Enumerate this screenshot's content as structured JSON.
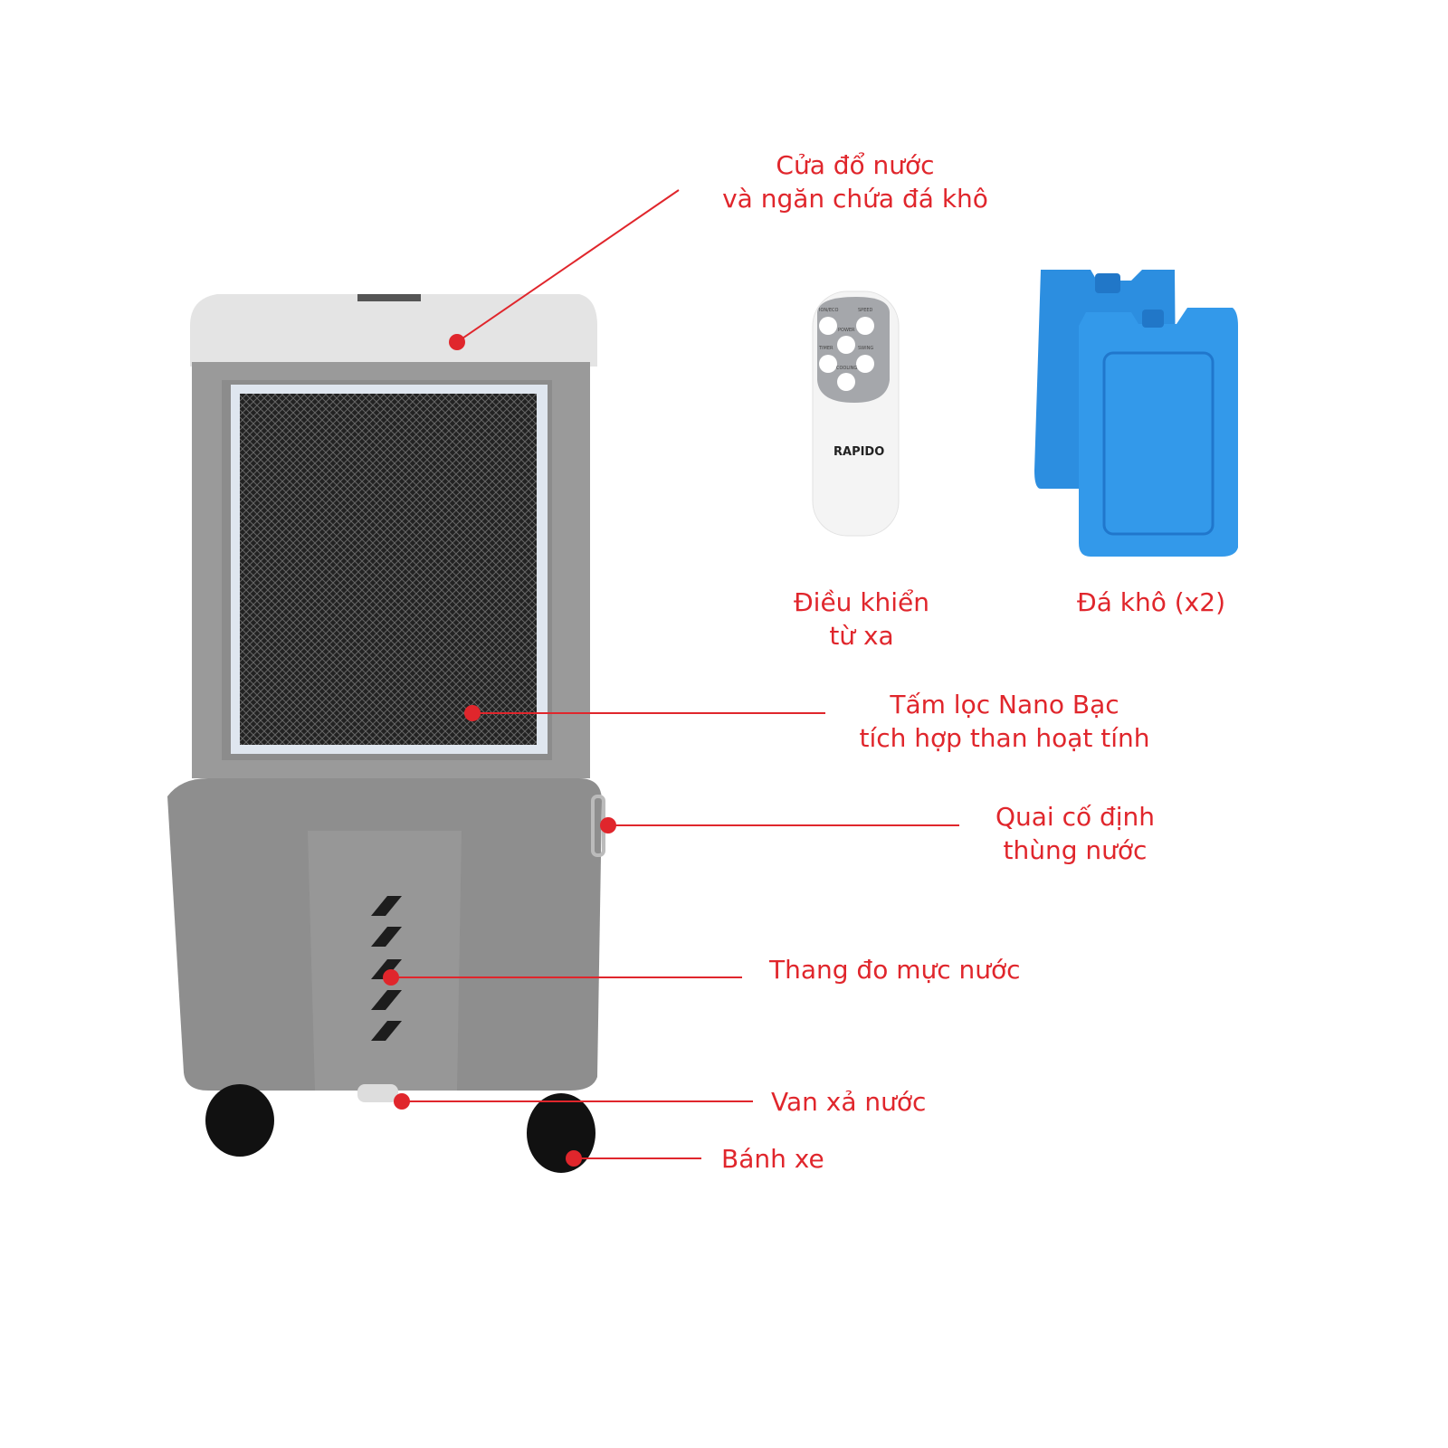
{
  "colors": {
    "accent": "#e0262c",
    "body": "#8f8f8f",
    "top": "#e6e6e6",
    "ice": "#2f8fe0"
  },
  "callouts": {
    "water_door": [
      "Cửa đổ nước",
      "và ngăn chứa đá khô"
    ],
    "remote": [
      "Điều khiển",
      "từ xa"
    ],
    "ice": [
      "Đá khô (x2)"
    ],
    "filter": [
      "Tấm lọc Nano Bạc",
      "tích hợp than hoạt tính"
    ],
    "handle": [
      "Quai cố định",
      "thùng nước"
    ],
    "level": [
      "Thang đo mực nước"
    ],
    "valve": [
      "Van xả nước"
    ],
    "wheel": [
      "Bánh xe"
    ]
  },
  "remote": {
    "brand": "RAPIDO",
    "buttons": [
      "ION/ECO",
      "SPEED",
      "POWER",
      "TIMER",
      "SWING",
      "COOLING"
    ]
  }
}
